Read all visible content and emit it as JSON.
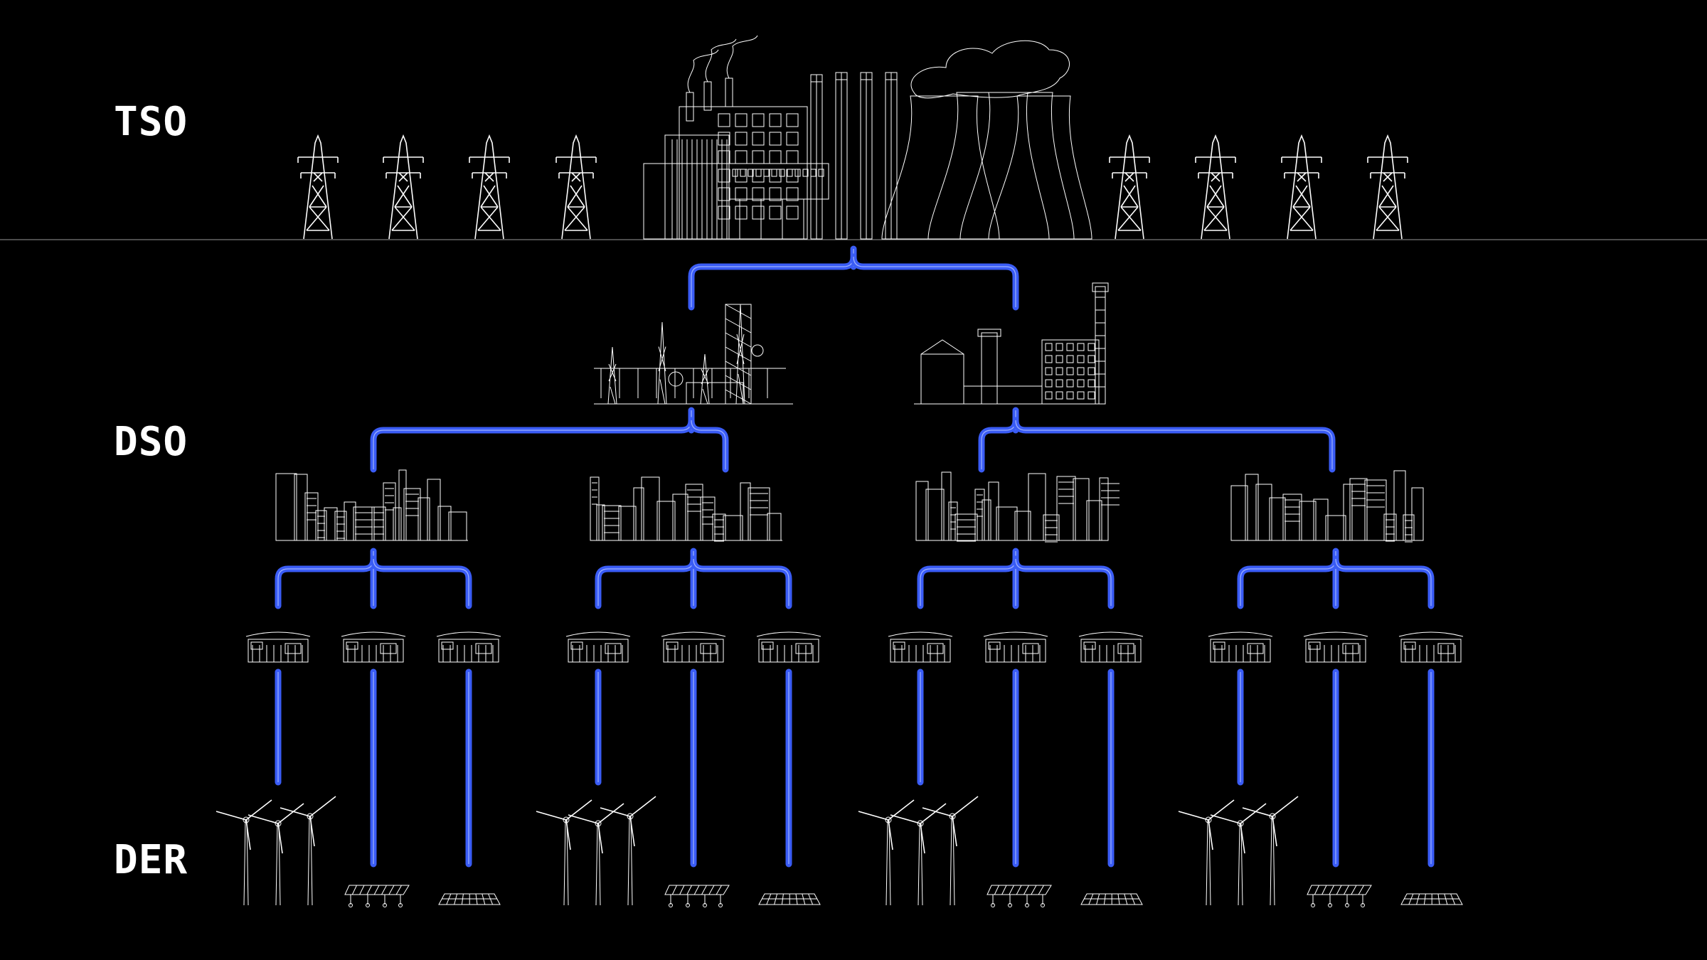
{
  "tiers": {
    "tso": "TSO",
    "dso": "DSO",
    "der": "DER"
  },
  "colors": {
    "background": "#000000",
    "wire": "#3a5cf5",
    "line_art": "#ffffff"
  },
  "icons": {
    "tso_left_towers": 4,
    "tso_right_towers": 4,
    "tso_plant": "power-plant-with-cooling-towers-icon",
    "dso_substations": [
      "industrial-substation-icon",
      "industrial-substation-icon"
    ],
    "dso_cities": 4,
    "dso_feeders_per_city": 3,
    "der_groups": [
      "wind-turbines-icon",
      "solar-array-icon",
      "solar-array-icon"
    ]
  }
}
